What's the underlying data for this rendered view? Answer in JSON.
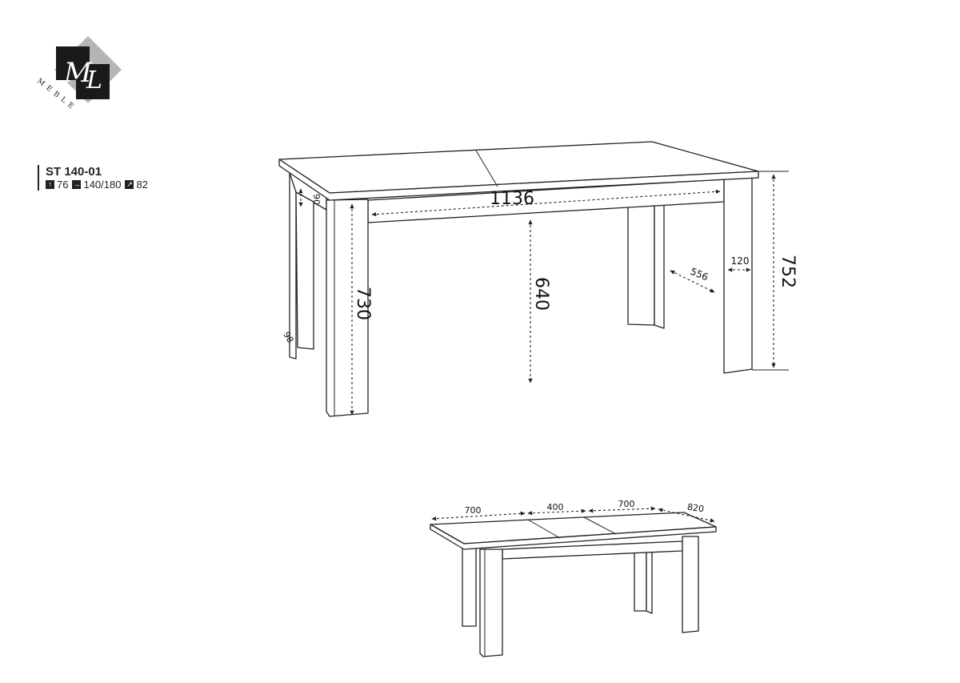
{
  "brand": {
    "logo_text": "ML",
    "brand_name": "MEBLE"
  },
  "product": {
    "code": "ST 140-01",
    "specs": [
      {
        "icon": "height-arrow-up-icon",
        "value": "76"
      },
      {
        "icon": "width-arrow-right-icon",
        "value": "140/180"
      },
      {
        "icon": "depth-arrow-diagonal-icon",
        "value": "82"
      }
    ]
  },
  "main_view": {
    "dimensions": {
      "length": "1136",
      "apron_height": "90",
      "leg_height": "730",
      "clearance": "640",
      "leg_spacing": "556",
      "leg_width": "120",
      "total_height": "752",
      "leg_depth": "98"
    }
  },
  "extended_view": {
    "dimensions": {
      "left_leaf": "700",
      "insert": "400",
      "right_leaf": "700",
      "depth": "820"
    }
  }
}
